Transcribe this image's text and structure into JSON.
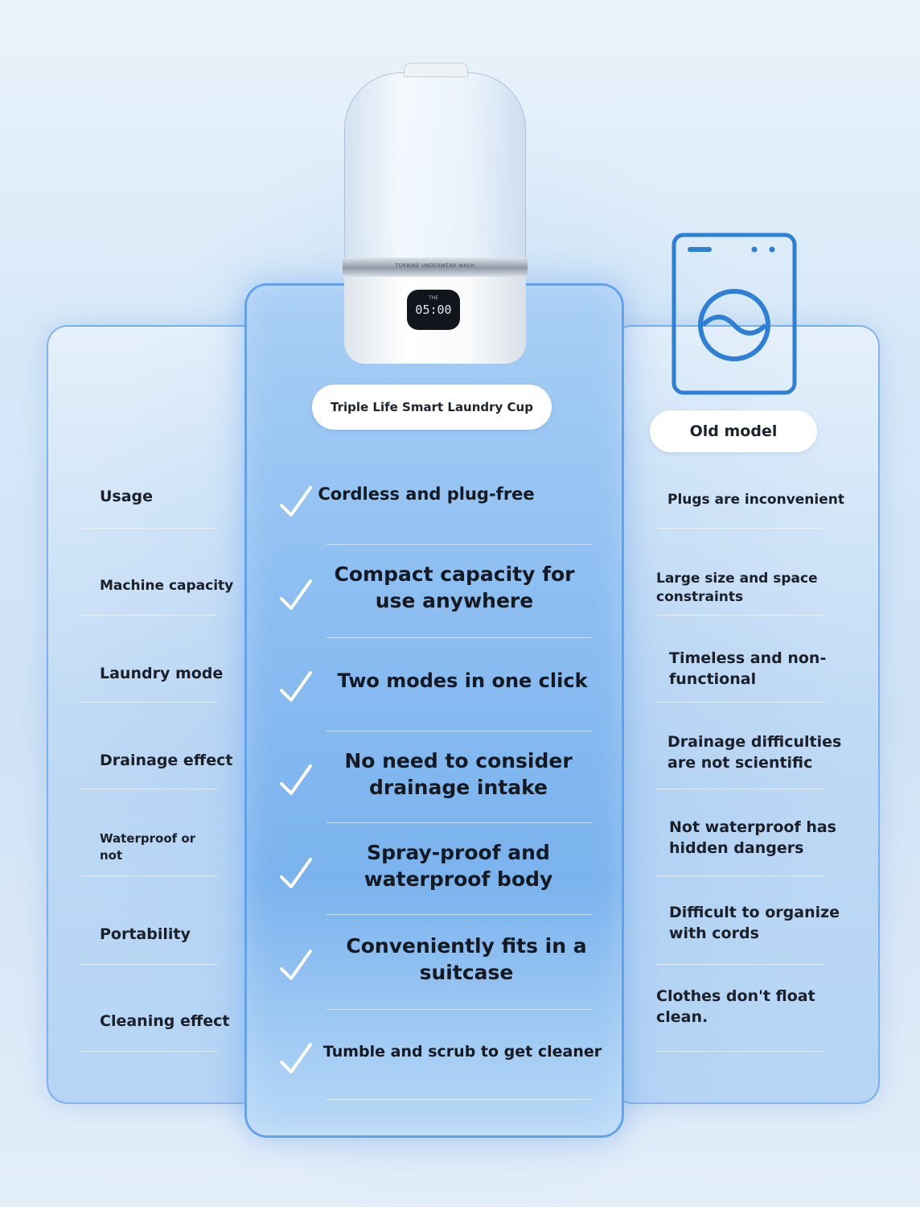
{
  "product_pill": "Triple Life Smart Laundry Cup",
  "old_pill": "Old model",
  "device": {
    "ring_text": "TURBINE UNDERWEAR WASH",
    "display_small": "THE",
    "display_time": "05:00"
  },
  "rows": [
    {
      "label": "Usage",
      "new": "Cordless and plug-free",
      "old": "Plugs are inconvenient"
    },
    {
      "label": "Machine capacity",
      "new": "Compact capacity for use anywhere",
      "old": "Large size and space constraints"
    },
    {
      "label": "Laundry mode",
      "new": "Two modes in one click",
      "old": "Timeless and non-functional"
    },
    {
      "label": "Drainage effect",
      "new": "No need to consider drainage intake",
      "old": "Drainage difficulties are not scientific"
    },
    {
      "label": "Waterproof or not",
      "new": "Spray-proof and waterproof body",
      "old": "Not waterproof has hidden dangers"
    },
    {
      "label": "Portability",
      "new": "Conveniently fits in a suitcase",
      "old": "Difficult to organize with cords"
    },
    {
      "label": "Cleaning effect",
      "new": "Tumble and scrub to get cleaner",
      "old": "Clothes don't float clean."
    }
  ],
  "icons": {
    "check": "check-icon",
    "washer": "washing-machine-icon"
  },
  "colors": {
    "panel_border": "#5fa0eb",
    "icon_blue": "#2e7fd6",
    "text_dark": "#1a1f28"
  }
}
